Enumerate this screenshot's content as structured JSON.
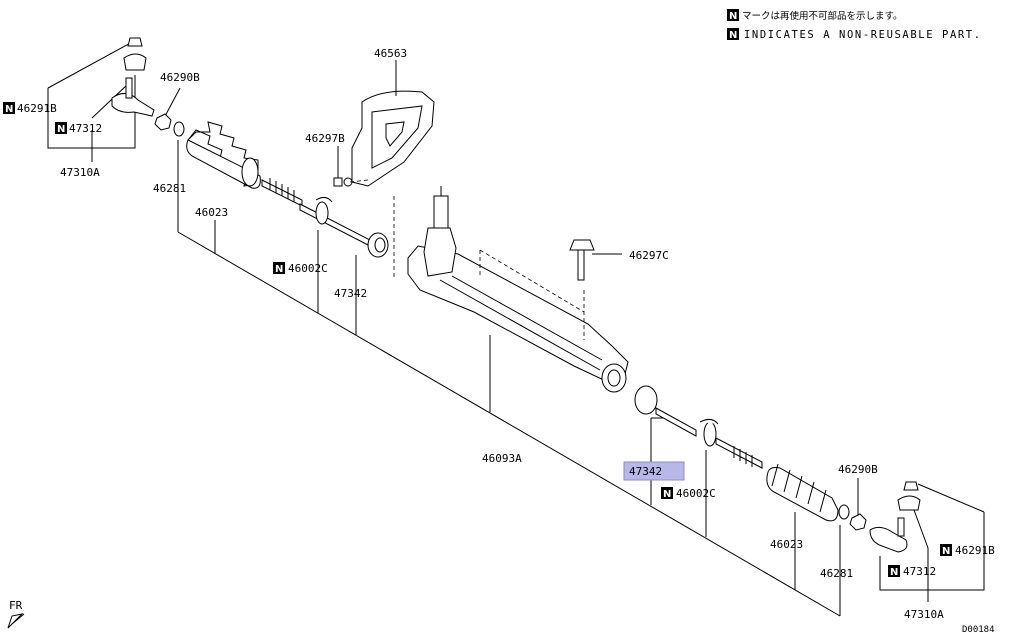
{
  "notes": {
    "badge": "N",
    "jp": "マークは再使用不可部品を示します。",
    "en": "INDICATES A NON-REUSABLE PART."
  },
  "labels": {
    "p46563": "46563",
    "p46290b_left": "46290B",
    "p46291b_left": "46291B",
    "p47312_left": "47312",
    "p47310a_left": "47310A",
    "p46297b": "46297B",
    "p46281_left": "46281",
    "p46023_left": "46023",
    "p46002c_left": "46002C",
    "p47342_left": "47342",
    "p46297c": "46297C",
    "p46093a": "46093A",
    "p47342_right": "47342",
    "p46002c_right": "46002C",
    "p46290b_right": "46290B",
    "p46291b_right": "46291B",
    "p46023_right": "46023",
    "p47312_right": "47312",
    "p46281_right": "46281",
    "p47310a_right": "47310A",
    "fr": "FR",
    "diagram_code": "D00184"
  },
  "highlight_color": "#b8b8e8",
  "non_reusable_badge_color": "#000000"
}
